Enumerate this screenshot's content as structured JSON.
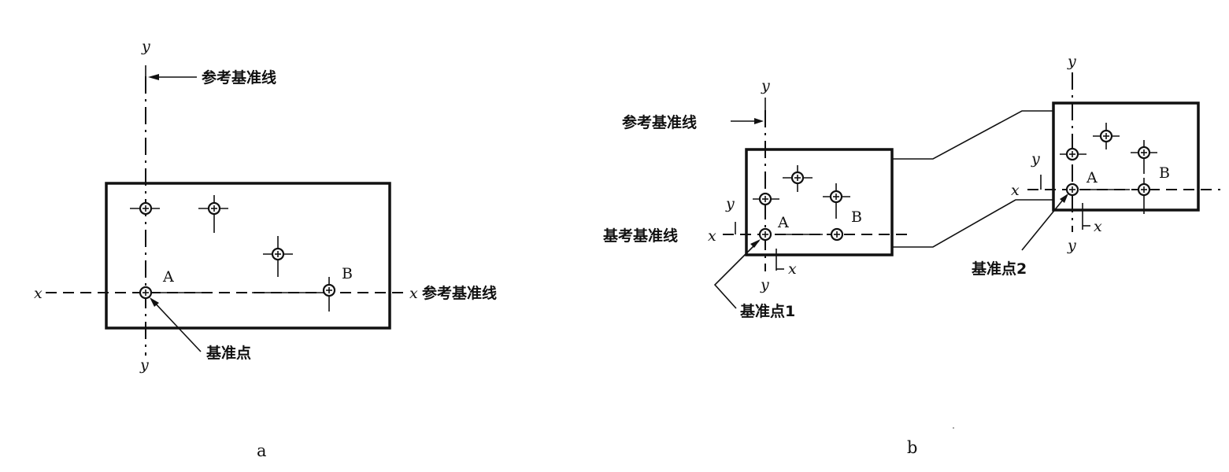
{
  "figure_a": {
    "caption": "a",
    "axis_y_top": "y",
    "axis_y_bottom": "y",
    "axis_x_left": "x",
    "axis_x_right": "x",
    "reference_line_top": "参考基准线",
    "reference_line_right": "参考基准线",
    "datum_point": "基准点",
    "hole_a": "A",
    "hole_b": "B"
  },
  "figure_b": {
    "caption": "b",
    "part1": {
      "axis_y_top": "y",
      "axis_y_side": "y",
      "axis_y_bottom": "y",
      "axis_x_side": "x",
      "axis_x_bottom": "x",
      "reference_line_top": "参考基准线",
      "reference_line_left": "基考基准线",
      "datum_point": "基准点1",
      "hole_a": "A",
      "hole_b": "B"
    },
    "part2": {
      "axis_y_top": "y",
      "axis_y_side": "y",
      "axis_y_bottom": "y",
      "axis_x_side": "x",
      "axis_x_bottom": "x",
      "datum_point": "基准点2",
      "hole_a": "A",
      "hole_b": "B"
    }
  }
}
